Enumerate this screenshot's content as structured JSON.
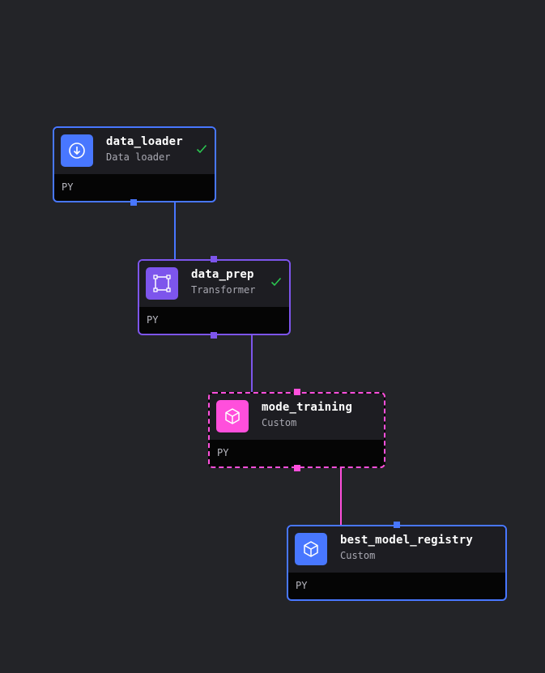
{
  "colors": {
    "background": "#232428",
    "data_loader": "#4877ff",
    "transformer": "#7d55ec",
    "custom_training": "#ff4fdc",
    "custom_registry": "#4877ff",
    "success_check": "#2bc550"
  },
  "nodes": [
    {
      "id": "data_loader",
      "title": "data_loader",
      "subtitle": "Data loader",
      "language": "PY",
      "icon": "download-arrow-icon",
      "status": "success"
    },
    {
      "id": "data_prep",
      "title": "data_prep",
      "subtitle": "Transformer",
      "language": "PY",
      "icon": "transform-square-icon",
      "status": "success"
    },
    {
      "id": "mode_training",
      "title": "mode_training",
      "subtitle": "Custom",
      "language": "PY",
      "icon": "cube-icon",
      "status": "running"
    },
    {
      "id": "best_model_registry",
      "title": "best_model_registry",
      "subtitle": "Custom",
      "language": "PY",
      "icon": "cube-icon",
      "status": "none"
    }
  ],
  "edges": [
    {
      "from": "data_loader",
      "to": "data_prep"
    },
    {
      "from": "data_prep",
      "to": "mode_training"
    },
    {
      "from": "mode_training",
      "to": "best_model_registry"
    }
  ]
}
